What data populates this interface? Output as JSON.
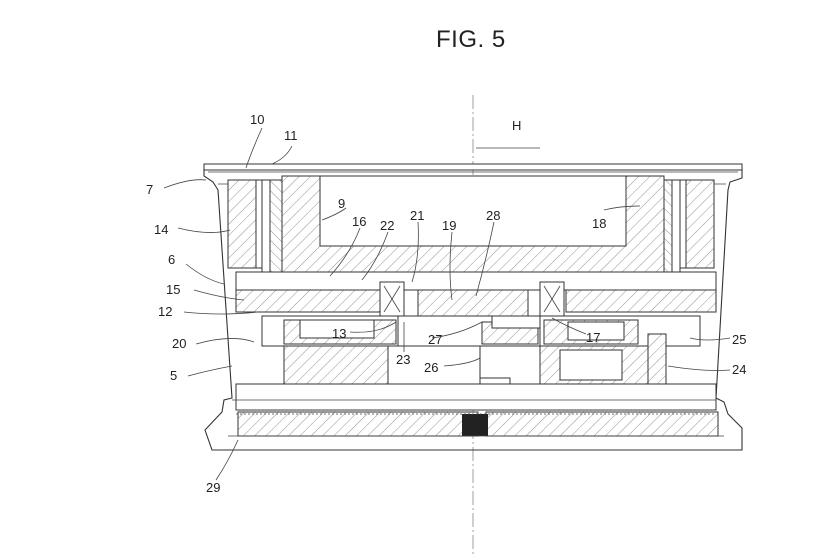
{
  "figure": {
    "title": "FIG. 5",
    "labels": {
      "l10": "10",
      "l11": "11",
      "l7": "7",
      "l14": "14",
      "l6": "6",
      "l15": "15",
      "l12": "12",
      "l20": "20",
      "l5": "5",
      "l9": "9",
      "l16": "16",
      "l22": "22",
      "l21": "21",
      "l19": "19",
      "l28": "28",
      "l18": "18",
      "lH": "H",
      "l13": "13",
      "l27": "27",
      "l17": "17",
      "l23": "23",
      "l26": "26",
      "l25": "25",
      "l24": "24",
      "l29": "29"
    }
  }
}
